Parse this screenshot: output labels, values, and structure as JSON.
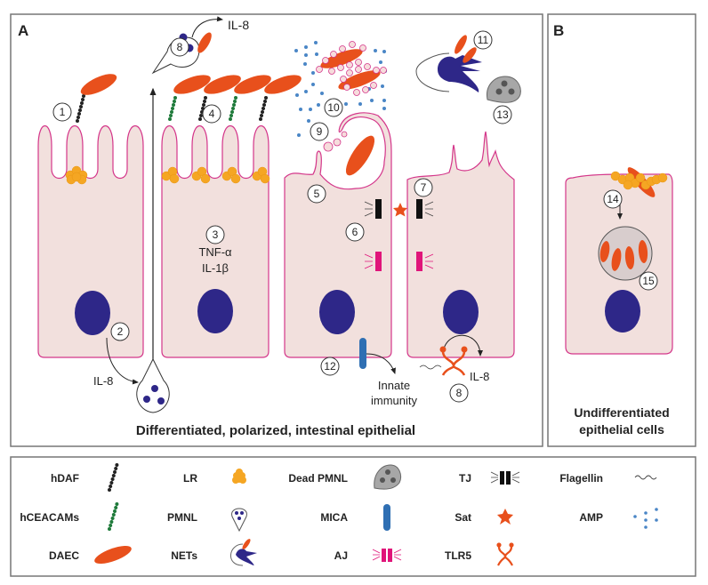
{
  "panels": {
    "A": {
      "letter": "A",
      "caption": "Differentiated, polarized, intestinal epithelial"
    },
    "B": {
      "letter": "B",
      "caption_line1": "Undifferentiated",
      "caption_line2": "epithelial cells"
    }
  },
  "annotations": {
    "il8_top": "IL-8",
    "il8_left": "IL-8",
    "il8_right": "IL-8",
    "tnf": "TNF-α",
    "il1b": "IL-1β",
    "innate_line1": "Innate",
    "innate_line2": "immunity"
  },
  "step_numbers": [
    "1",
    "2",
    "3",
    "4",
    "5",
    "6",
    "7",
    "8",
    "9",
    "10",
    "11",
    "12",
    "13",
    "14",
    "15"
  ],
  "legend": [
    {
      "label": "hDAF",
      "icon": "hdaf-chain-icon"
    },
    {
      "label": "LR",
      "icon": "lipid-raft-icon"
    },
    {
      "label": "Dead PMNL",
      "icon": "dead-pmnl-icon"
    },
    {
      "label": "TJ",
      "icon": "tight-junction-icon"
    },
    {
      "label": "Flagellin",
      "icon": "flagellin-icon"
    },
    {
      "label": "hCEACAMs",
      "icon": "hceacam-chain-icon"
    },
    {
      "label": "PMNL",
      "icon": "pmnl-icon"
    },
    {
      "label": "MICA",
      "icon": "mica-icon"
    },
    {
      "label": "Sat",
      "icon": "sat-star-icon"
    },
    {
      "label": "AMP",
      "icon": "amp-dots-icon"
    },
    {
      "label": "DAEC",
      "icon": "daec-bacterium-icon"
    },
    {
      "label": "NETs",
      "icon": "nets-icon"
    },
    {
      "label": "AJ",
      "icon": "adherens-junction-icon"
    },
    {
      "label": "TLR5",
      "icon": "tlr5-receptor-icon"
    }
  ],
  "colors": {
    "bacterium": "#e8501c",
    "nucleus": "#2e2788",
    "lipid_raft": "#f5a623",
    "cell_fill": "#f2e0dd",
    "cell_border": "#d4368a",
    "amp": "#4a86c6",
    "adherens_junction": "#e0157a",
    "hceacam": "#1e7a3a"
  }
}
